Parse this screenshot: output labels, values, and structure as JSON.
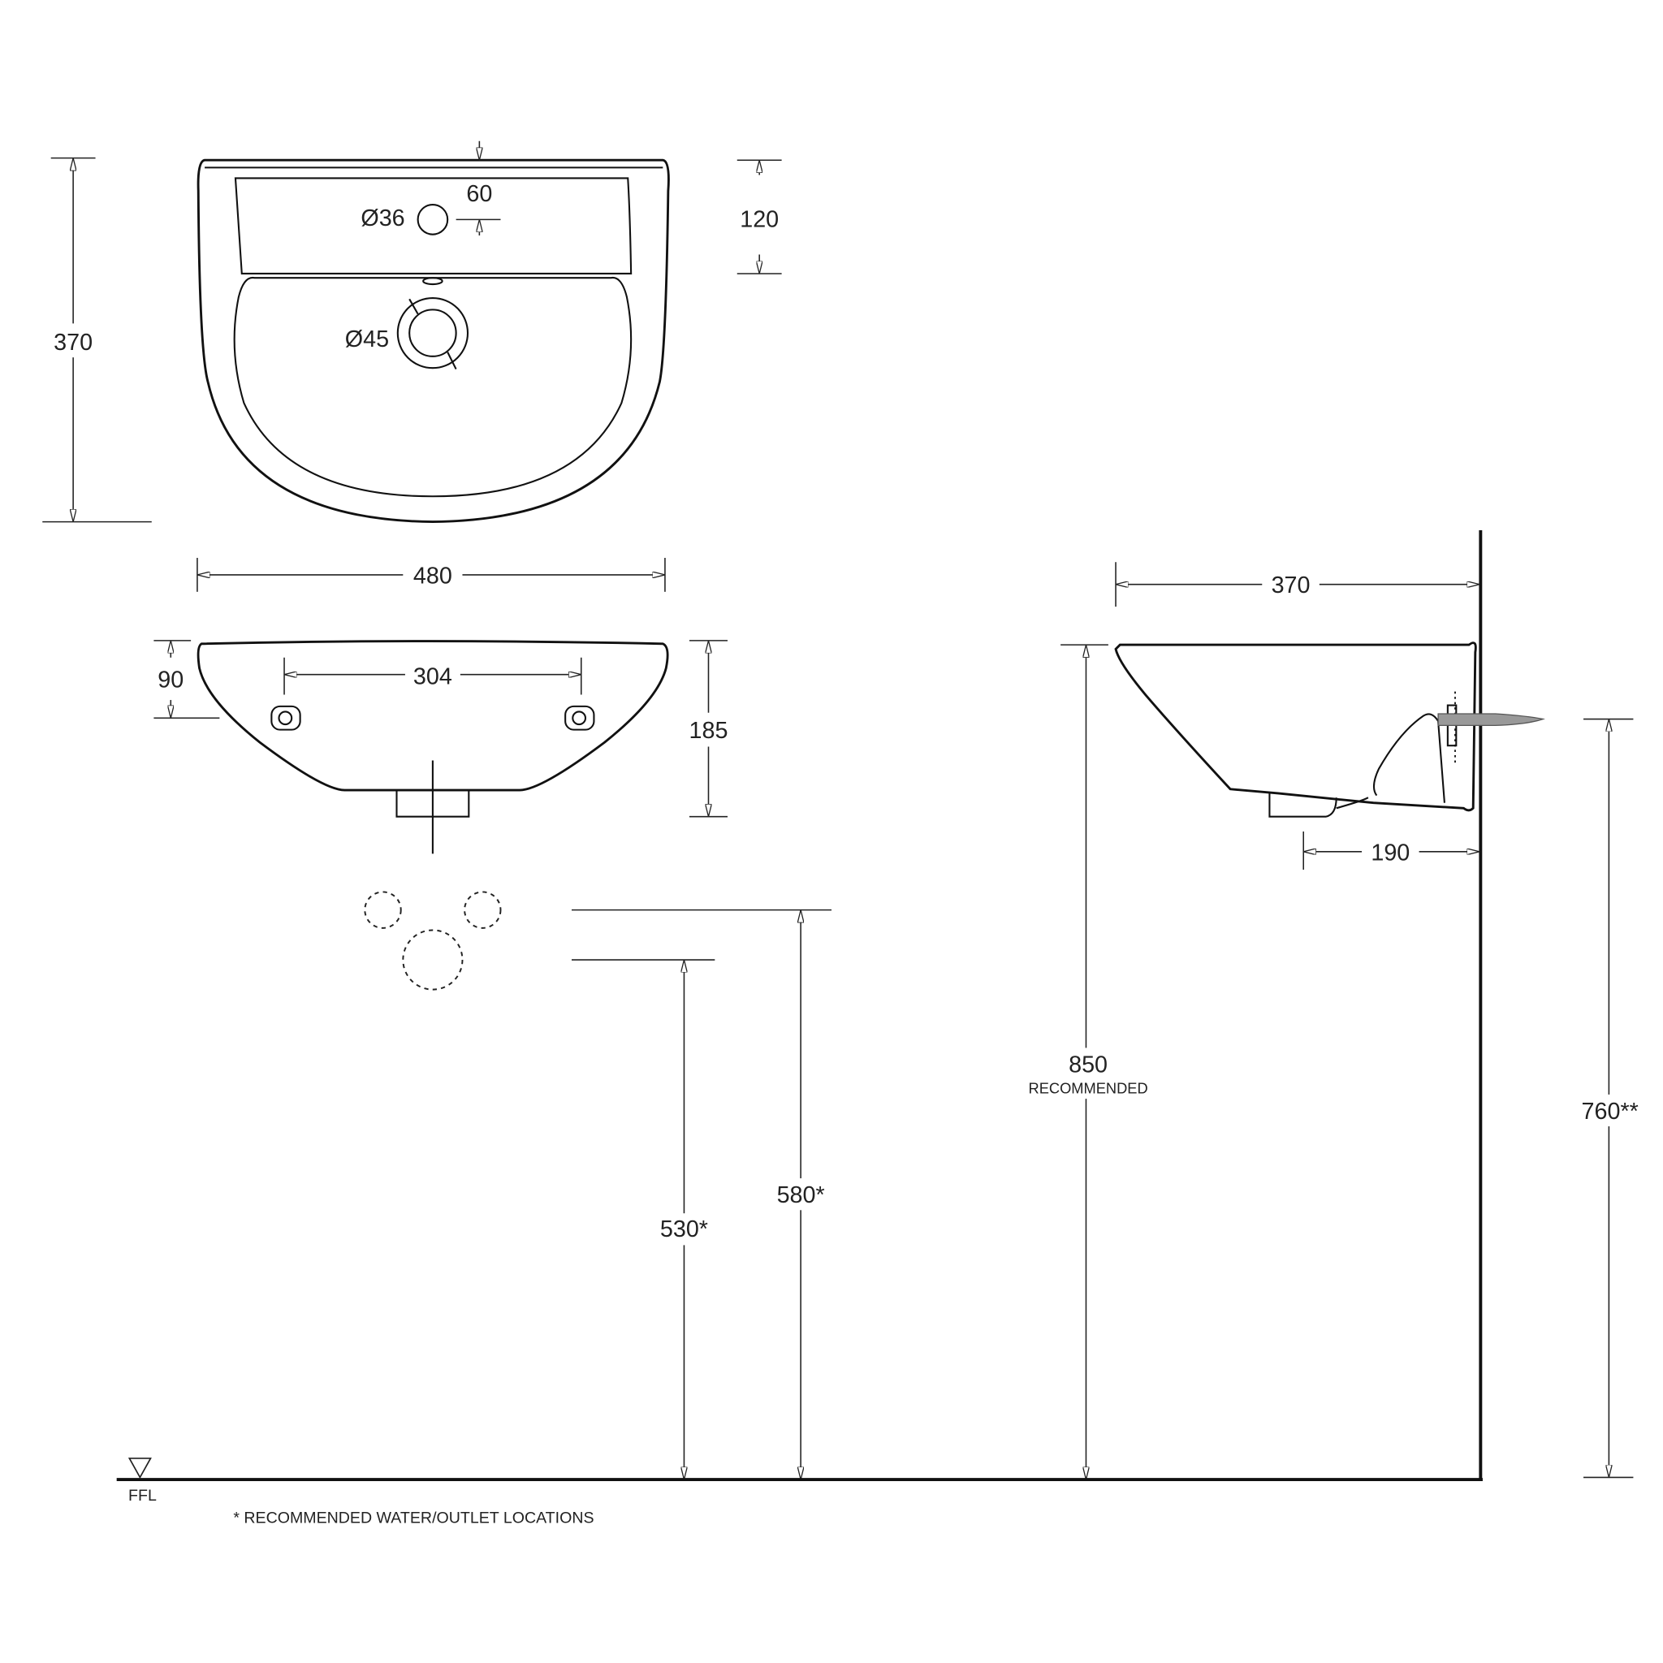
{
  "top_view": {
    "width_depth": "370",
    "tap_hole_dia": "Ø36",
    "tap_hole_offset": "60",
    "back_depth": "120",
    "waste_dia": "Ø45"
  },
  "front_view": {
    "overall_width": "480",
    "bracket_spacing": "304",
    "bracket_height": "90",
    "bowl_height": "185"
  },
  "side_view": {
    "projection": "370",
    "bracket_offset": "190"
  },
  "heights": {
    "outlet_530": "530*",
    "inlet_580": "580*",
    "rim_850": "850",
    "rim_850_note": "RECOMMENDED",
    "wall_760": "760**"
  },
  "floor_label": "FFL",
  "footnote": "* RECOMMENDED WATER/OUTLET LOCATIONS"
}
